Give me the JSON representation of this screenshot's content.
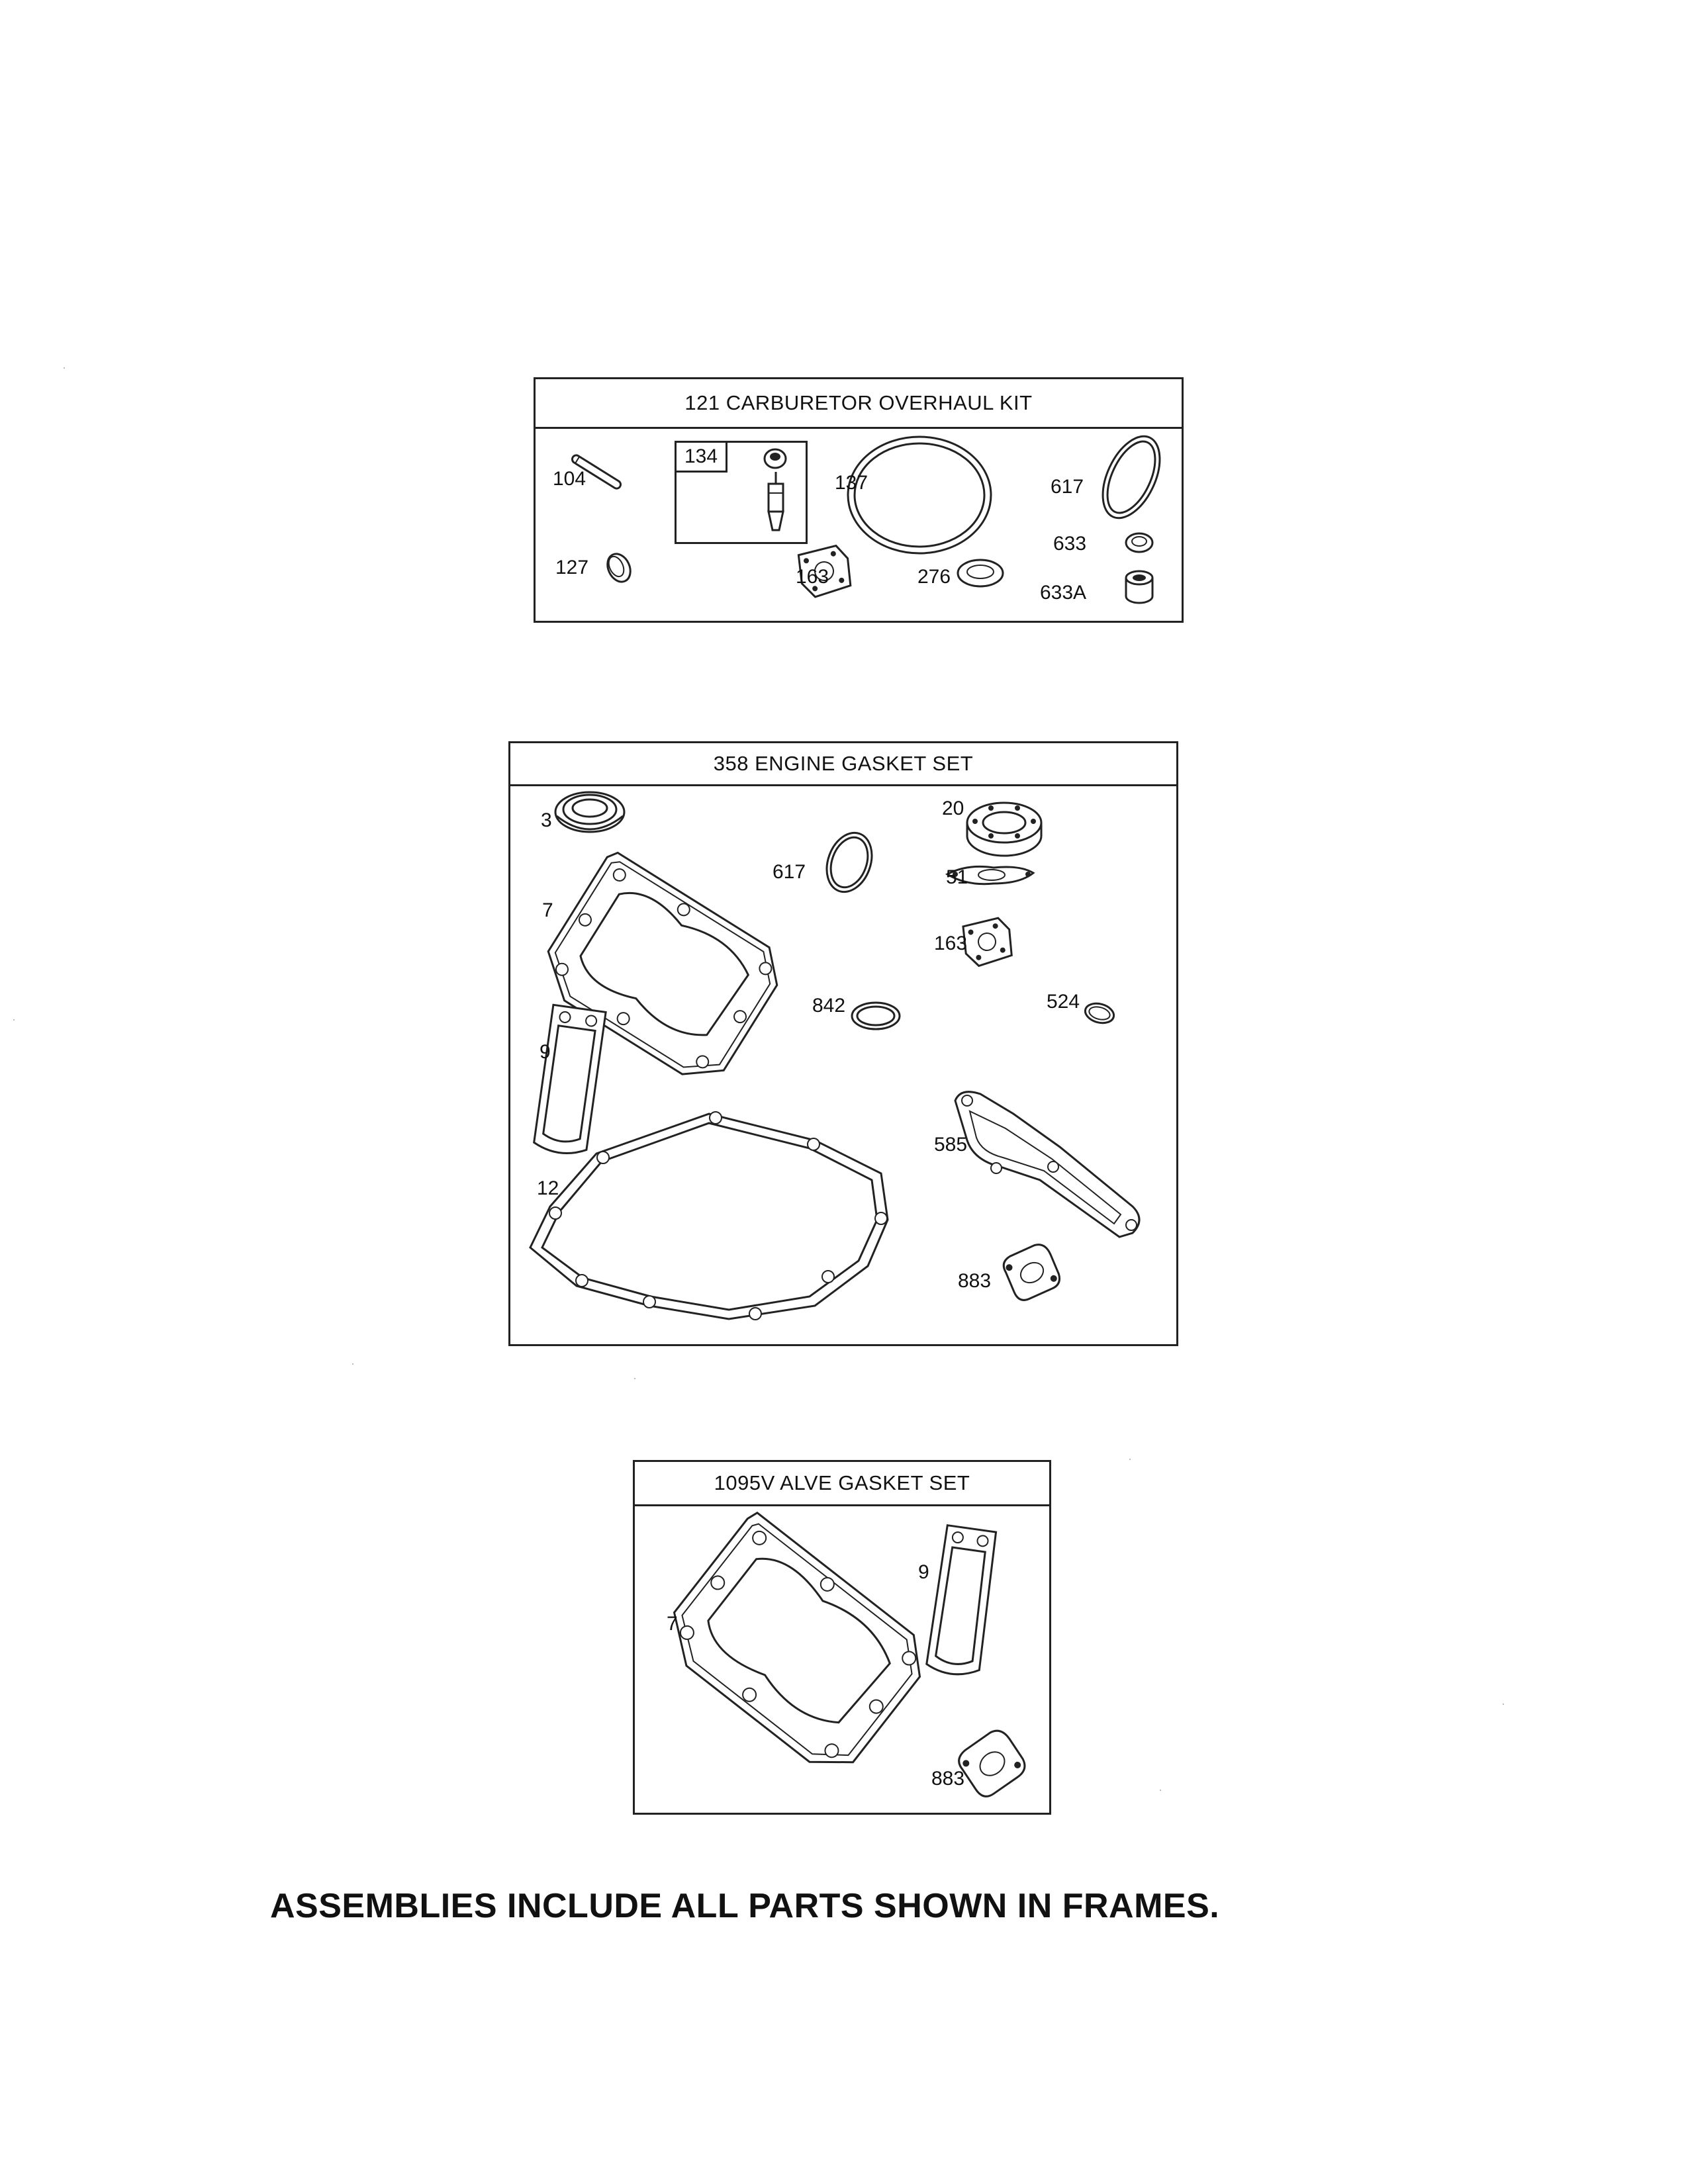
{
  "frames": {
    "carburetor": {
      "title": "121 CARBURETOR OVERHAUL KIT",
      "sub_box_label": "134",
      "labels": {
        "p104": "104",
        "p127": "127",
        "p137": "137",
        "p163": "163",
        "p276": "276",
        "p617": "617",
        "p633": "633",
        "p633a": "633A"
      }
    },
    "engine": {
      "title": "358 ENGINE GASKET SET",
      "labels": {
        "p3": "3",
        "p7": "7",
        "p9": "9",
        "p12": "12",
        "p617": "617",
        "p20": "20",
        "p51": "51",
        "p163": "163",
        "p842": "842",
        "p524": "524",
        "p585": "585",
        "p883": "883"
      }
    },
    "valve": {
      "title": "1095V ALVE GASKET SET",
      "labels": {
        "p7": "7",
        "p9": "9",
        "p883": "883"
      }
    }
  },
  "footer_note": "ASSEMBLIES INCLUDE ALL PARTS SHOWN IN FRAMES."
}
